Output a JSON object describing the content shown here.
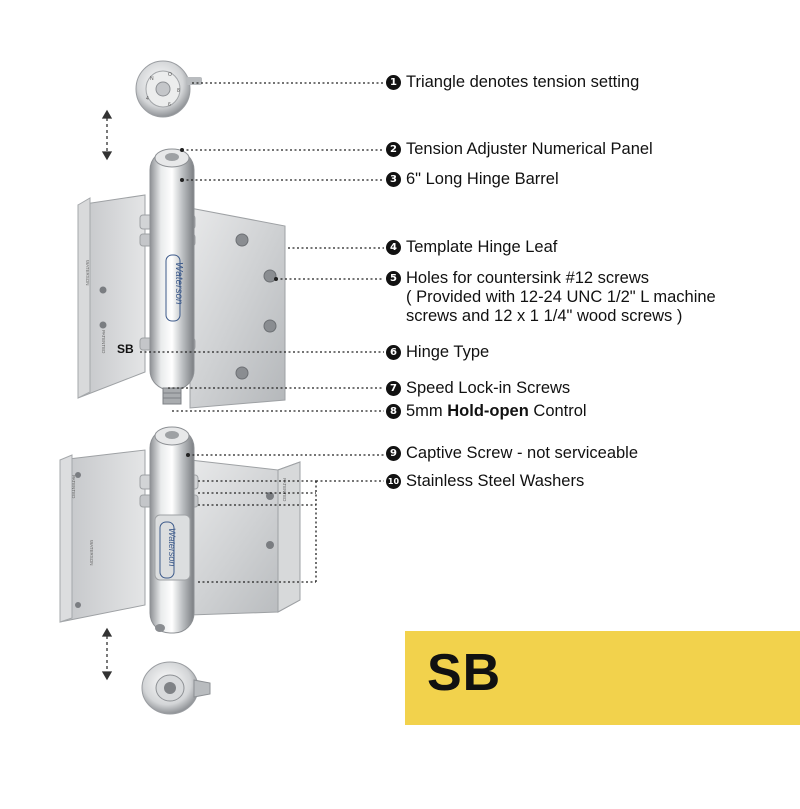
{
  "callouts": [
    {
      "num": "1",
      "text": "Triangle denotes tension setting"
    },
    {
      "num": "2",
      "text": "Tension Adjuster Numerical Panel"
    },
    {
      "num": "3",
      "text": "6\" Long Hinge Barrel"
    },
    {
      "num": "4",
      "text": "Template Hinge Leaf"
    },
    {
      "num": "5",
      "text": "Holes for countersink #12 screws",
      "line2": "( Provided with 12-24 UNC 1/2\" L machine",
      "line3": "screws and 12 x 1 1/4\" wood screws )"
    },
    {
      "num": "6",
      "text": "Hinge Type"
    },
    {
      "num": "7",
      "text": "Speed Lock-in Screws"
    },
    {
      "num": "8",
      "text_pre": "5mm ",
      "text_bold": "Hold-open",
      "text_post": " Control"
    },
    {
      "num": "9",
      "text": "Captive Screw - not serviceable"
    },
    {
      "num": "10",
      "text": "Stainless Steel Washers"
    }
  ],
  "hinge_type_label": "SB",
  "finish_badge": "SB",
  "brand": "Waterson",
  "colors": {
    "badge": "#f2d24c",
    "steel": "#c9cbcd",
    "text": "#111111"
  }
}
